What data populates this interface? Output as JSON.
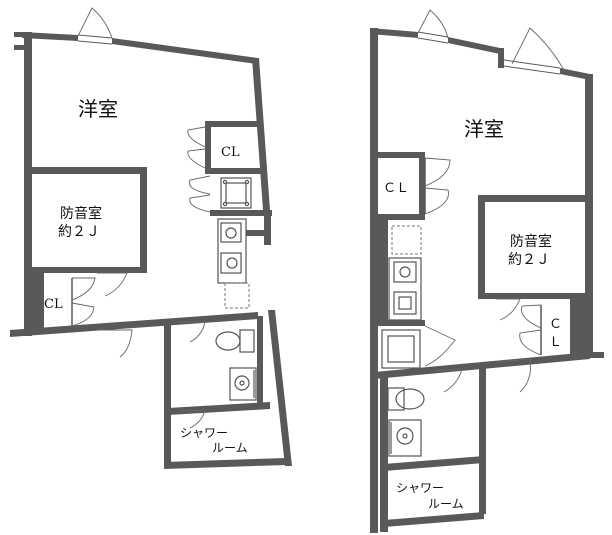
{
  "units": {
    "left": {
      "room_main": "洋室",
      "closet_top": "CL",
      "soundproof_line1": "防音室",
      "soundproof_line2": "約２Ｊ",
      "closet_bottom": "CL",
      "shower_line1": "シャワー",
      "shower_line2": "ルーム"
    },
    "right": {
      "room_main": "洋室",
      "closet_left": "ＣＬ",
      "soundproof_line1": "防音室",
      "soundproof_line2": "約２Ｊ",
      "closet_right_1": "Ｃ",
      "closet_right_2": "Ｌ",
      "shower_line1": "シャワー",
      "shower_line2": "ルーム"
    }
  }
}
